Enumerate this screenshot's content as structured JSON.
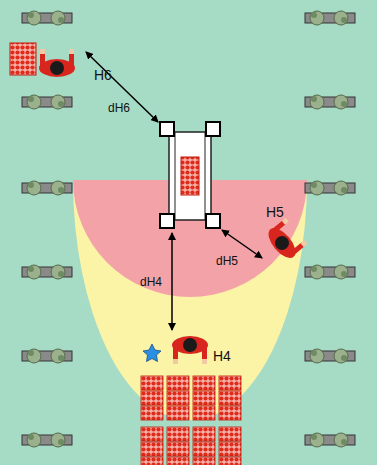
{
  "diagram": {
    "labels": [
      "H6",
      "dH6",
      "H5",
      "dH5",
      "dH4",
      "H4"
    ]
  }
}
